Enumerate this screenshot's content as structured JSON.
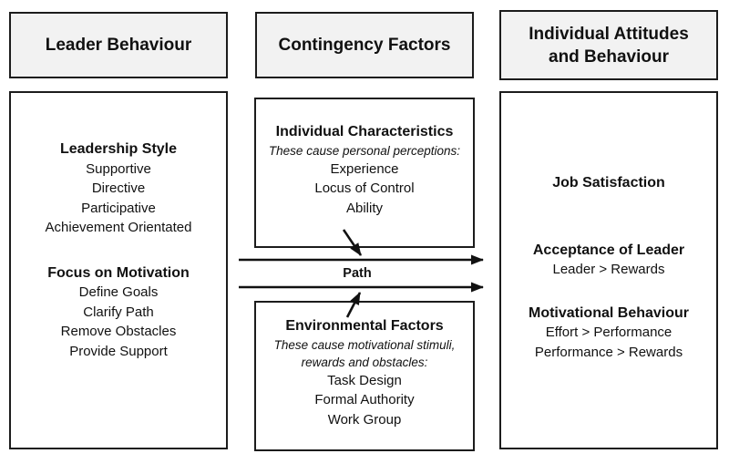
{
  "colors": {
    "border": "#1c1c1c",
    "header_fill": "#f2f2f2",
    "text": "#111111",
    "arrow": "#111111",
    "background": "#ffffff"
  },
  "headers": {
    "left": "Leader Behaviour",
    "middle": "Contingency Factors",
    "right": "Individual Attitudes and Behaviour"
  },
  "leader_behaviour": {
    "leadership_style": {
      "title": "Leadership Style",
      "items": [
        "Supportive",
        "Directive",
        "Participative",
        "Achievement Orientated"
      ]
    },
    "focus_on_motivation": {
      "title": "Focus on Motivation",
      "items": [
        "Define Goals",
        "Clarify Path",
        "Remove Obstacles",
        "Provide Support"
      ]
    }
  },
  "individual_characteristics": {
    "title": "Individual Characteristics",
    "subtitle": "These cause personal perceptions:",
    "items": [
      "Experience",
      "Locus of Control",
      "Ability"
    ]
  },
  "path_label": "Path",
  "environmental_factors": {
    "title": "Environmental Factors",
    "subtitle": "These cause motivational stimuli, rewards and obstacles:",
    "items": [
      "Task Design",
      "Formal Authority",
      "Work Group"
    ]
  },
  "individual_attitudes": {
    "job_satisfaction": {
      "title": "Job Satisfaction"
    },
    "acceptance_of_leader": {
      "title": "Acceptance of Leader",
      "items": [
        "Leader > Rewards"
      ]
    },
    "motivational_behaviour": {
      "title": "Motivational Behaviour",
      "items": [
        "Effort > Performance",
        "Performance > Rewards"
      ]
    }
  }
}
